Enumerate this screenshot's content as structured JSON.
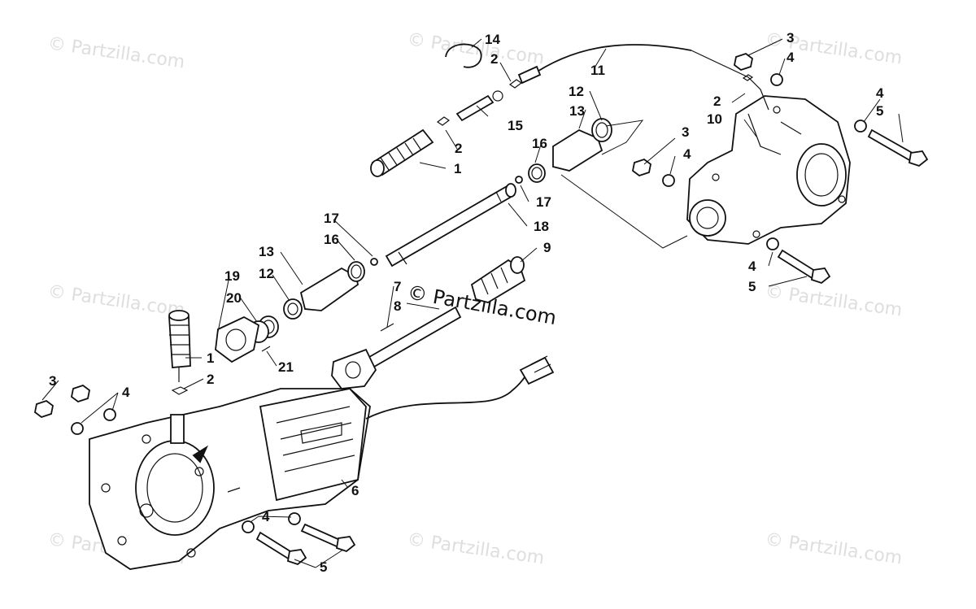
{
  "watermark_text": "© Partzilla.com",
  "brand_mark": "© Partzilla.com",
  "callouts": [
    {
      "id": "c14",
      "label": "14"
    },
    {
      "id": "c2a",
      "label": "2"
    },
    {
      "id": "c11",
      "label": "11"
    },
    {
      "id": "c3a",
      "label": "3"
    },
    {
      "id": "c4a",
      "label": "4"
    },
    {
      "id": "c12a",
      "label": "12"
    },
    {
      "id": "c13a",
      "label": "13"
    },
    {
      "id": "c15",
      "label": "15"
    },
    {
      "id": "c2b",
      "label": "2"
    },
    {
      "id": "c1a",
      "label": "1"
    },
    {
      "id": "c2c",
      "label": "2"
    },
    {
      "id": "c10",
      "label": "10"
    },
    {
      "id": "c4b",
      "label": "4"
    },
    {
      "id": "c5a",
      "label": "5"
    },
    {
      "id": "c16a",
      "label": "16"
    },
    {
      "id": "c3b",
      "label": "3"
    },
    {
      "id": "c4c",
      "label": "4"
    },
    {
      "id": "c17a",
      "label": "17"
    },
    {
      "id": "c18",
      "label": "18"
    },
    {
      "id": "c17b",
      "label": "17"
    },
    {
      "id": "c16b",
      "label": "16"
    },
    {
      "id": "c9",
      "label": "9"
    },
    {
      "id": "c13b",
      "label": "13"
    },
    {
      "id": "c12b",
      "label": "12"
    },
    {
      "id": "c4d",
      "label": "4"
    },
    {
      "id": "c5b",
      "label": "5"
    },
    {
      "id": "c19",
      "label": "19"
    },
    {
      "id": "c7",
      "label": "7"
    },
    {
      "id": "c8",
      "label": "8"
    },
    {
      "id": "c20",
      "label": "20"
    },
    {
      "id": "c1b",
      "label": "1"
    },
    {
      "id": "c21",
      "label": "21"
    },
    {
      "id": "c2d",
      "label": "2"
    },
    {
      "id": "c3c",
      "label": "3"
    },
    {
      "id": "c4e",
      "label": "4"
    },
    {
      "id": "c6",
      "label": "6"
    },
    {
      "id": "c4f",
      "label": "4"
    },
    {
      "id": "c5c",
      "label": "5"
    }
  ]
}
